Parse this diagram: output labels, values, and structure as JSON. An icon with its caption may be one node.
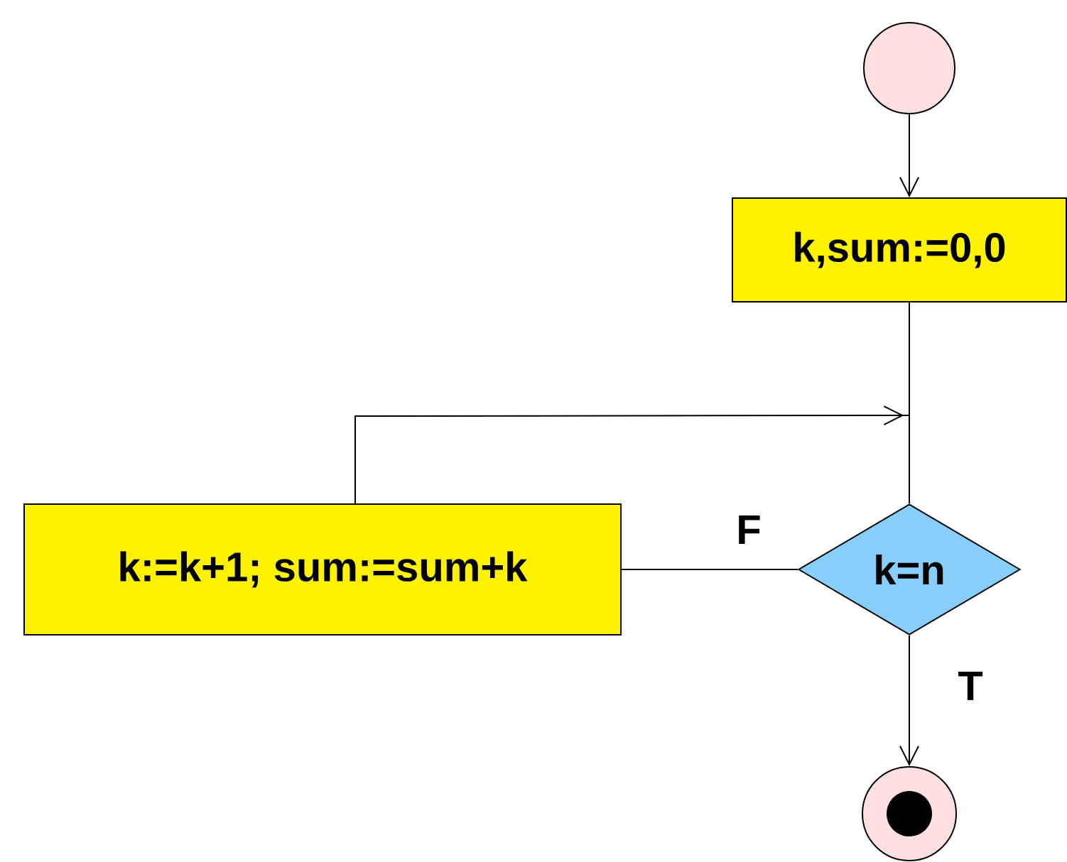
{
  "diagram": {
    "nodes": [
      {
        "text": [],
        "shape": "circle"
      },
      {
        "text": [
          "k,sum:=0,0"
        ]
      },
      {
        "text": [
          "k=n"
        ]
      },
      {
        "text": [
          "k:=k+1; sum:=sum+k"
        ]
      },
      {
        "text": [],
        "shape": "circle"
      }
    ],
    "edges": [
      {
        "from": 0,
        "to": 1,
        "arrow": "to"
      },
      {
        "from": 1,
        "to": 2,
        "arrow": "none"
      },
      {
        "from": 3,
        "to": 2,
        "arrow": "to"
      },
      {
        "from": 2,
        "to": 3,
        "arrow": "none",
        "label": "F"
      },
      {
        "from": 2,
        "to": 4,
        "arrow": "to",
        "label": "T"
      }
    ]
  }
}
